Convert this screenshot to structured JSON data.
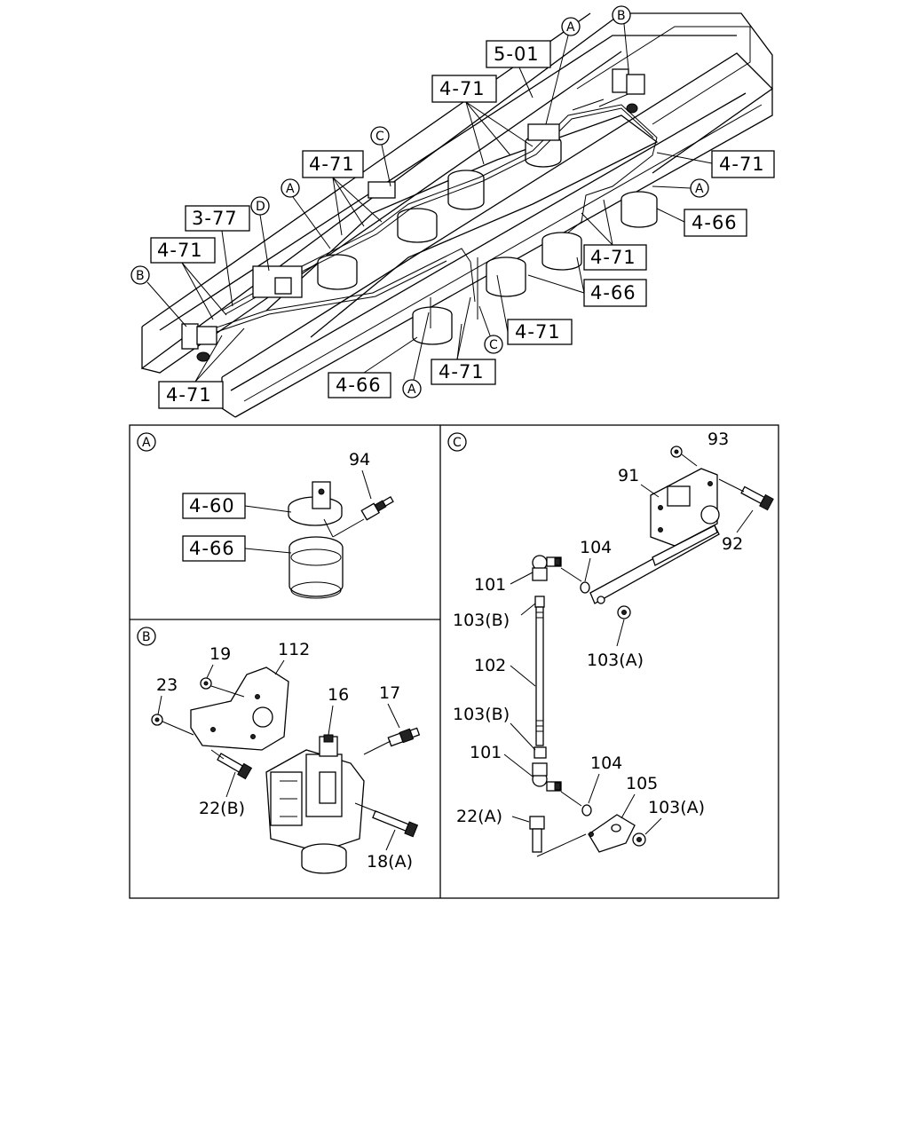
{
  "main": {
    "refs": {
      "r501": "5-01",
      "r471_top": "4-71",
      "r471_right": "4-71",
      "r471_mid": "4-71",
      "r377": "3-77",
      "r471_left": "4-71",
      "r466_right": "4-66",
      "r471_r2": "4-71",
      "r466_mid": "4-66",
      "r471_c": "4-71",
      "r471_bot": "4-71",
      "r466_bot": "4-66",
      "r471_lower": "4-71"
    },
    "circles": {
      "a1": "A",
      "a2": "A",
      "a3": "A",
      "a4": "A",
      "b1": "B",
      "b2": "B",
      "c1": "C",
      "c2": "C",
      "d1": "D"
    }
  },
  "detail_a": {
    "label": "A",
    "ref_460": "4-60",
    "ref_466": "4-66",
    "n94": "94"
  },
  "detail_b": {
    "label": "B",
    "n19": "19",
    "n112": "112",
    "n23": "23",
    "n16": "16",
    "n17": "17",
    "n22b": "22(B)",
    "n18a": "18(A)"
  },
  "detail_c": {
    "label": "C",
    "n93": "93",
    "n91": "91",
    "n92": "92",
    "n104a": "104",
    "n101a": "101",
    "n103b_1": "103(B)",
    "n103a_1": "103(A)",
    "n102": "102",
    "n103b_2": "103(B)",
    "n101b": "101",
    "n104b": "104",
    "n105": "105",
    "n22a": "22(A)",
    "n103a_2": "103(A)"
  }
}
